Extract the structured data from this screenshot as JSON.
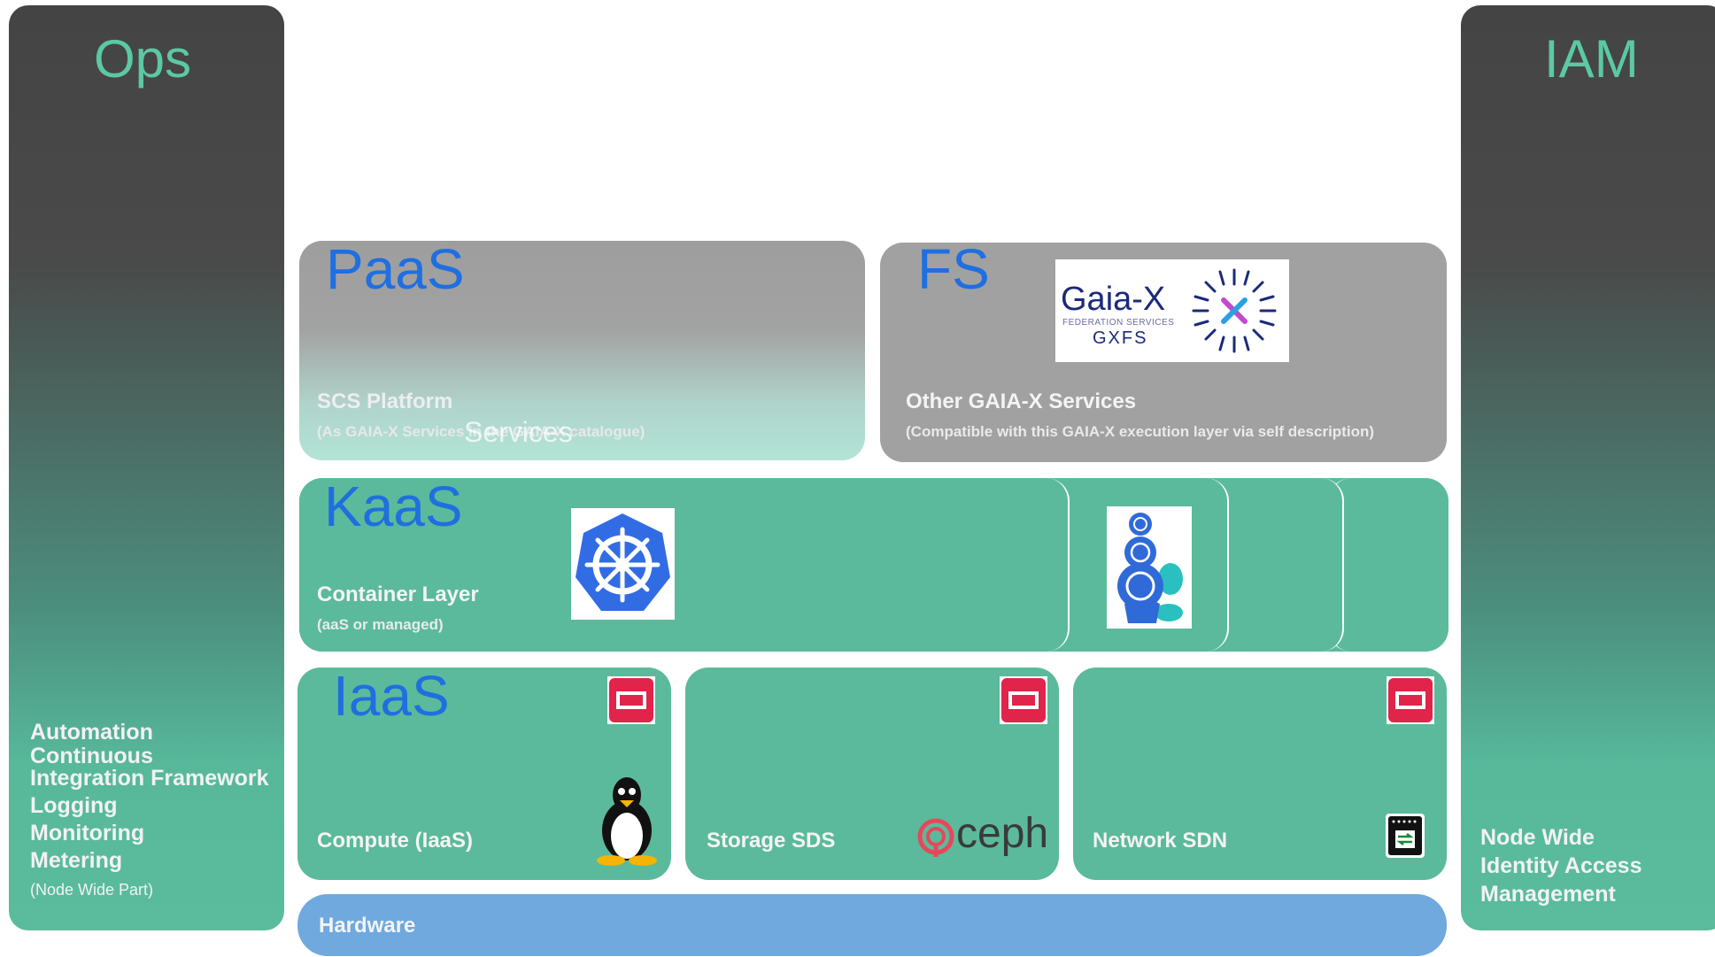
{
  "ops": {
    "title": "Ops",
    "items": [
      "Automation",
      "Continuous",
      "Integration Framework",
      "Logging",
      "Monitoring",
      "Metering"
    ],
    "note": "(Node Wide Part)"
  },
  "iam": {
    "title": "IAM",
    "items": [
      "Node Wide",
      "Identity Access",
      "Management"
    ]
  },
  "paas": {
    "title": "PaaS",
    "label": "SCS Platform",
    "sub": "(As GAIA-X Services in the GAIA-X catalogue)",
    "overlay": "Services"
  },
  "fs": {
    "title": "FS",
    "label": "Other GAIA-X Services",
    "sub": "(Compatible with this GAIA-X execution layer via self description)",
    "logo_text": "Gaia-X",
    "logo_sub": "FEDERATION SERVICES",
    "logo_abbr": "GXFS"
  },
  "kaas": {
    "title": "KaaS",
    "label": "Container Layer",
    "sub": "(aaS or managed)"
  },
  "iaas": {
    "title": "IaaS",
    "compute": "Compute (IaaS)",
    "storage": "Storage SDS",
    "network": "Network SDN",
    "ceph_text": "ceph"
  },
  "hardware": {
    "label": "Hardware"
  },
  "colors": {
    "teal": "#5bba9b",
    "title_blue": "#1f6fe0",
    "column_dark": "#444444",
    "column_title": "#5bc9a4",
    "hardware": "#6fa9de",
    "openstack_red": "#e0244a"
  },
  "icons": [
    "kubernetes-icon",
    "turtle-kubernetes-icon",
    "openstack-icon",
    "tux-icon",
    "ceph-icon",
    "switch-icon",
    "gaia-x-logo"
  ]
}
